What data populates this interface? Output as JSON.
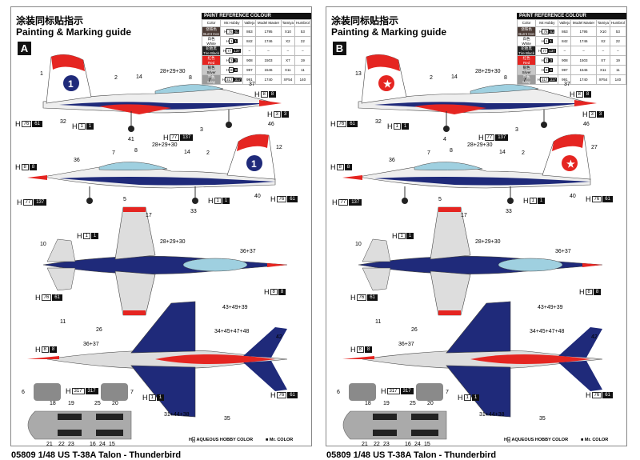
{
  "title_cn": "涂装同标贴指示",
  "title_en": "Painting & Marking guide",
  "paint_table": {
    "title": "PAINT REFERENCE COLOUR",
    "headers": [
      "Color",
      "Mr.Hobby",
      "Vallejo",
      "Model Master",
      "Tamiya",
      "Humbrol"
    ],
    "rows": [
      {
        "cn": "烧铁色",
        "color": "Burnt Iron",
        "hex": "#4a3a34",
        "h": "76",
        "m": "61",
        "vallejo": "863",
        "mm": "1795",
        "tamiya": "X10",
        "humbrol": "53"
      },
      {
        "cn": "白色",
        "color": "White",
        "hex": "#ffffff",
        "h": "1",
        "m": "1",
        "vallejo": "842",
        "mm": "1746",
        "tamiya": "X2",
        "humbrol": "22"
      },
      {
        "cn": "轮胎黑",
        "color": "Tire Black",
        "hex": "#222222",
        "h": "77",
        "m": "137",
        "vallejo": "–",
        "mm": "–",
        "tamiya": "–",
        "humbrol": "–"
      },
      {
        "cn": "红色",
        "color": "Red",
        "hex": "#e52521",
        "h": "3",
        "m": "3",
        "vallejo": "908",
        "mm": "1503",
        "tamiya": "X7",
        "humbrol": "19"
      },
      {
        "cn": "银色",
        "color": "Silver",
        "hex": "#c8c8c8",
        "h": "8",
        "m": "8",
        "vallejo": "997",
        "mm": "1546",
        "tamiya": "X11",
        "humbrol": "11"
      },
      {
        "cn": "灰色",
        "color": "Gray",
        "hex": "#9a9a9a",
        "h": "317",
        "m": "317",
        "vallejo": "991",
        "mm": "1740",
        "tamiya": "XF54",
        "humbrol": "140"
      }
    ]
  },
  "legend": {
    "aqueous": "AQUEOUS HOBBY COLOR",
    "mr": "Mr. COLOR",
    "h_mark": "H"
  },
  "panels": [
    {
      "badge": "A",
      "footer": "05809 1/48 US T-38A Talon - Thunderbird",
      "callouts": [
        "1",
        "2",
        "14",
        "28+29+30",
        "8",
        "7",
        "37",
        "32",
        "41",
        "3",
        "46",
        "36",
        "7",
        "8",
        "28+29+30",
        "14",
        "2",
        "12",
        "5",
        "33",
        "40",
        "17",
        "10",
        "28+29+30",
        "36+37",
        "11",
        "43+49+39",
        "34+45+47+48",
        "42",
        "36+37",
        "26",
        "31+44+38",
        "35",
        "6",
        "7",
        "18",
        "19",
        "25",
        "20",
        "21",
        "22",
        "23",
        "16",
        "24",
        "15"
      ],
      "chips": [
        [
          "8",
          "8"
        ],
        [
          "3",
          "3"
        ],
        [
          "76",
          "61"
        ],
        [
          "1",
          "1"
        ],
        [
          "77",
          "137"
        ],
        [
          "8",
          "8"
        ],
        [
          "77",
          "137"
        ],
        [
          "1",
          "1"
        ],
        [
          "76",
          "61"
        ],
        [
          "1",
          "1"
        ],
        [
          "8",
          "8"
        ],
        [
          "76",
          "61"
        ],
        [
          "8",
          "8"
        ],
        [
          "1",
          "1"
        ],
        [
          "76",
          "61"
        ],
        [
          "317",
          "317"
        ]
      ]
    },
    {
      "badge": "B",
      "footer": "05809 1/48 US T-38A Talon - Thunderbird",
      "callouts": [
        "13",
        "2",
        "14",
        "28+29+30",
        "8",
        "7",
        "37",
        "32",
        "4",
        "3",
        "46",
        "36",
        "7",
        "8",
        "28+29+30",
        "14",
        "2",
        "27",
        "5",
        "33",
        "40",
        "17",
        "10",
        "28+29+30",
        "36+37",
        "11",
        "43+49+39",
        "34+45+47+48",
        "42",
        "36+37",
        "26",
        "31+44+38",
        "35",
        "6",
        "7",
        "18",
        "19",
        "25",
        "20",
        "21",
        "22",
        "23",
        "16",
        "24",
        "15"
      ],
      "chips": [
        [
          "8",
          "8"
        ],
        [
          "3",
          "3"
        ],
        [
          "76",
          "61"
        ],
        [
          "1",
          "1"
        ],
        [
          "77",
          "137"
        ],
        [
          "8",
          "8"
        ],
        [
          "77",
          "137"
        ],
        [
          "1",
          "1"
        ],
        [
          "76",
          "61"
        ],
        [
          "1",
          "1"
        ],
        [
          "8",
          "8"
        ],
        [
          "76",
          "61"
        ],
        [
          "8",
          "8"
        ],
        [
          "1",
          "1"
        ],
        [
          "76",
          "61"
        ],
        [
          "317",
          "317"
        ]
      ]
    }
  ]
}
